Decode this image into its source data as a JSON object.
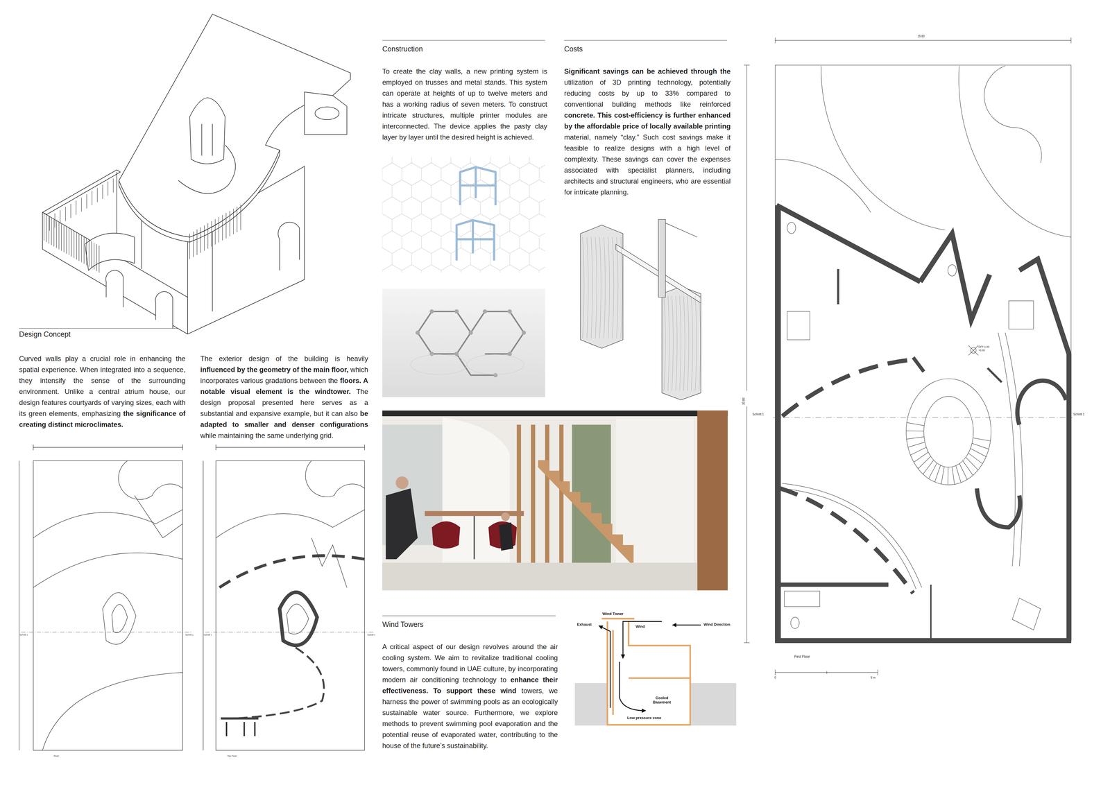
{
  "diagram": {
    "labels": [
      "Design Concept",
      "Curved walls play a crucial role in enhancing the spatial experience. When integrated into a sequence, they intensify the sense of the surrounding environment. Unlike a central atrium house, our design features courtyards of varying sizes, each with its green elements, emphasizing",
      "the significance of creating distinct microclimates.",
      "The exterior design of the building is heavily",
      "influenced by the geometry of the main floor,",
      "which incorporates various gradations between the",
      "floors. A notable visual element is the windtower.",
      "The design proposal presented here serves as a substantial and expansive example, but it can also",
      "be adapted to smaller and denser configurations",
      "while maintaining the same underlying grid.",
      "Construction",
      "To create the clay walls, a new printing system is employed on trusses and metal stands. This system can operate at heights of up to twelve meters and has a working radius of seven meters. To construct intricate structures, multiple printer modules are interconnected. The device applies the pasty clay layer by layer until the desired height is achieved.",
      "Costs",
      "Significant savings can be achieved through the",
      "utilization of 3D printing technology, potentially reducing costs by up to 33% compared to conventional building methods like reinforced",
      "concrete. This cost-efficiency is further enhanced by the affordable price of locally available printing",
      "material, namely “clay.” Such cost savings make it feasible to realize designs with a high level of complexity. These savings can cover the expenses associated with specialist planners, including architects and structural engineers, who are essential for intricate planning.",
      "Wind Towers",
      "A critical aspect of our design revolves around the air cooling system. We aim to revitalize traditional cooling towers, commonly found in UAE culture, by incorporating modern air conditioning technology to",
      "enhance their effectiveness. To support these wind",
      "towers, we harness the power of swimming pools as an ecologically sustainable water source. Furthermore, we explore methods to prevent swimming pool evaporation and the potential reuse of evaporated water, contributing to the house of the future’s sustainability.",
      "Wind Tower",
      "Exhaust",
      "Wind",
      "Wind Direction",
      "Cooled Basement",
      "Low pressure zone",
      "15.80",
      "30.80",
      "Schnitt 1",
      "Schnitt 1",
      "OFF 1.00",
      "+0,00",
      "First Floor",
      "0",
      "5 m",
      "Schnitt 1",
      "Schnitt 1",
      "Schnitt 1",
      "Schnitt 1",
      "Roof",
      "Top Floor"
    ]
  }
}
